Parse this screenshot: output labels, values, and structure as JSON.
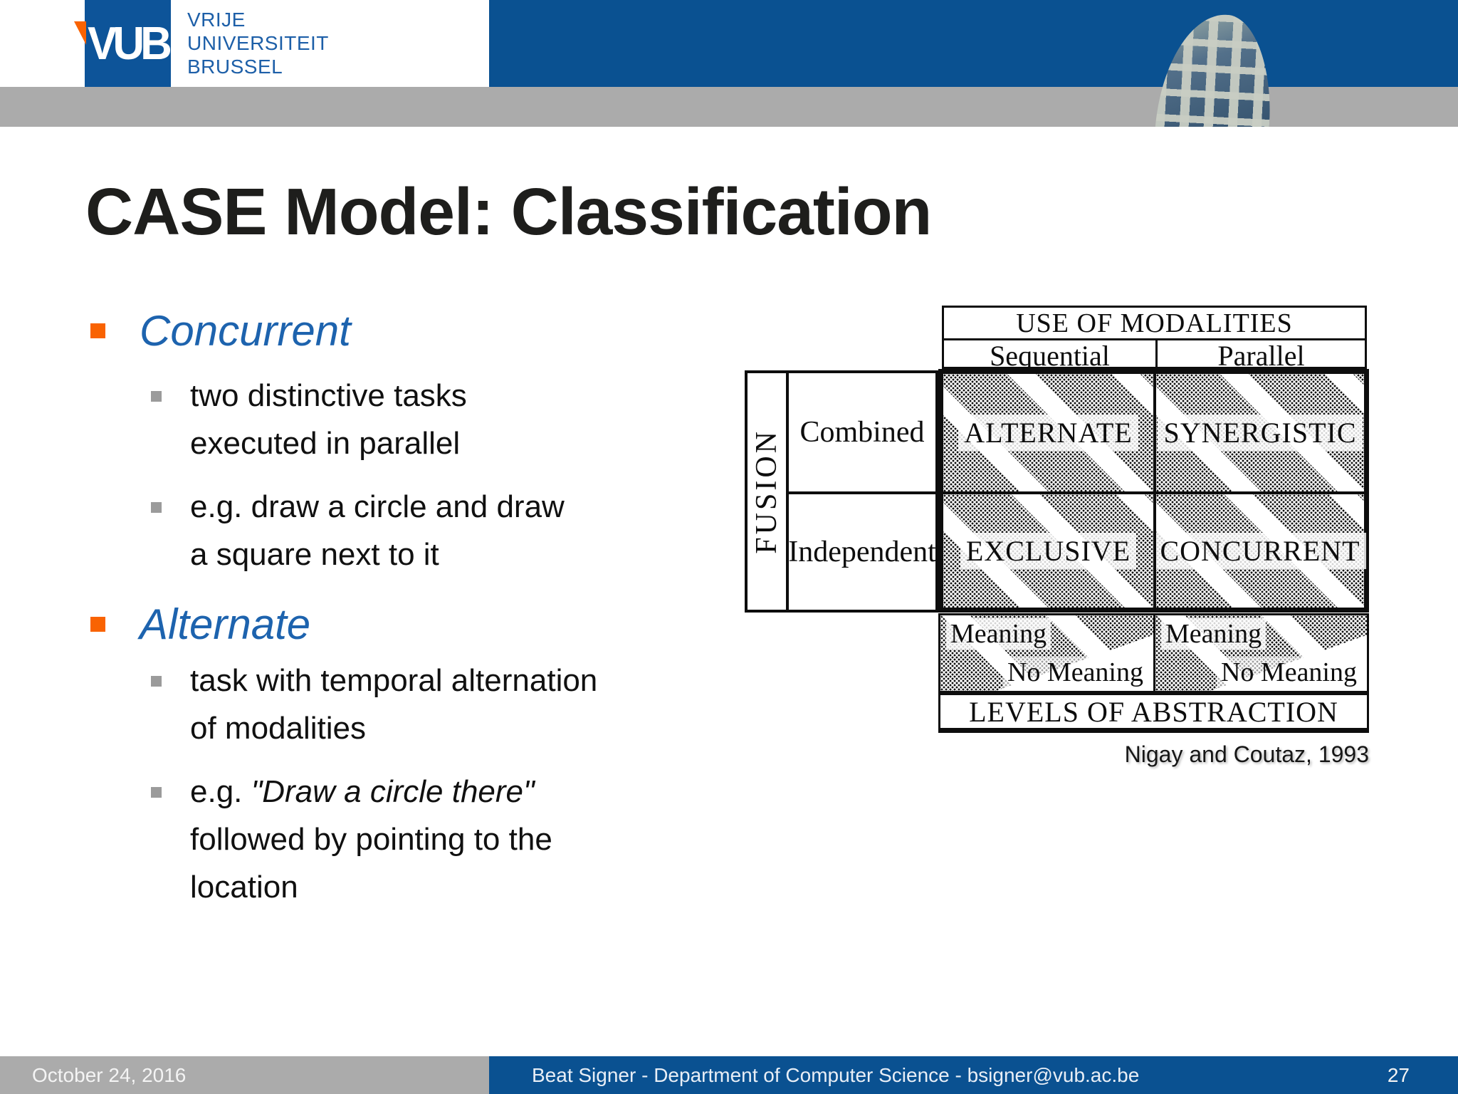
{
  "header": {
    "logo_text": "VUB",
    "wordmark_line1": "VRIJE",
    "wordmark_line2": "UNIVERSITEIT",
    "wordmark_line3": "BRUSSEL"
  },
  "title": "CASE Model: Classification",
  "bullet1": {
    "heading": "Concurrent",
    "sub1_line1": "two distinctive tasks",
    "sub1_line2": "executed in parallel",
    "sub2_line1": "e.g. draw a circle and draw",
    "sub2_line2": "a square next to it"
  },
  "bullet2": {
    "heading": "Alternate",
    "sub1_line1": "task with temporal alternation",
    "sub1_line2": "of modalities",
    "sub2_prefix": "e.g. ",
    "sub2_quote": "\"Draw a circle there\"",
    "sub2_line2": "followed by pointing to the",
    "sub2_line3": "location"
  },
  "diagram": {
    "use_of_modalities": "USE OF MODALITIES",
    "sequential": "Sequential",
    "parallel": "Parallel",
    "fusion": "FUSION",
    "combined": "Combined",
    "independent": "Independent",
    "cell_alternate": "ALTERNATE",
    "cell_synergistic": "SYNERGISTIC",
    "cell_exclusive": "EXCLUSIVE",
    "cell_concurrent": "CONCURRENT",
    "meaning": "Meaning",
    "no_meaning": "No Meaning",
    "levels_of_abstraction": "LEVELS OF ABSTRACTION",
    "caption": "Nigay and Coutaz, 1993"
  },
  "footer": {
    "date": "October 24, 2016",
    "center": "Beat Signer - Department of Computer Science - bsigner@vub.ac.be",
    "page": "27"
  },
  "colors": {
    "brand_blue": "#0a5191",
    "heading_blue": "#1d63ae",
    "bullet_orange": "#f96302",
    "band_gray": "#ababab"
  }
}
